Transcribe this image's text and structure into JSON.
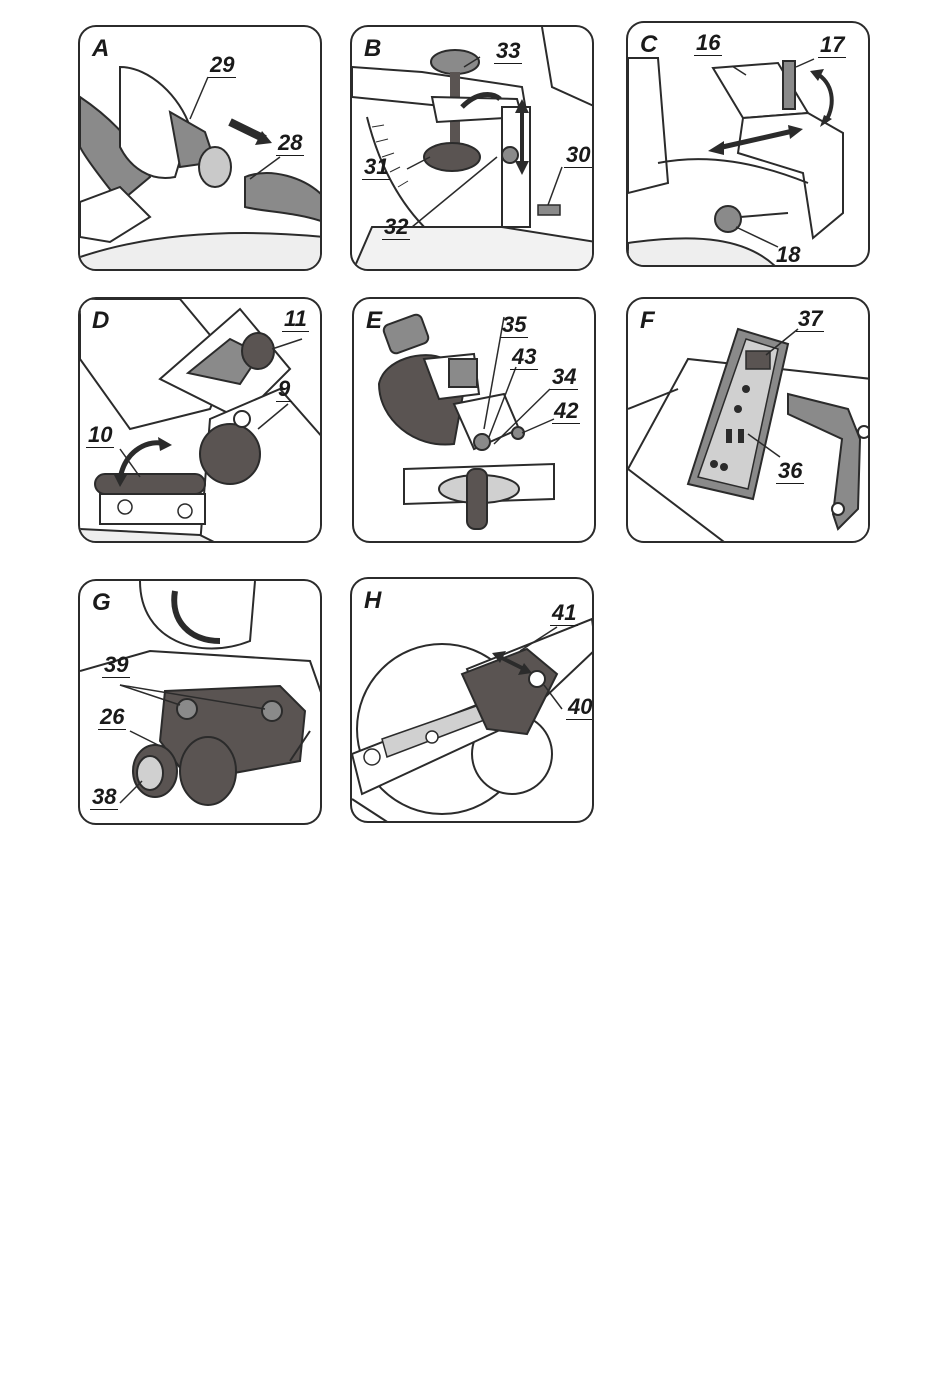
{
  "colors": {
    "line": "#2b2b2b",
    "grey": "#8a8a8a",
    "dark": "#5a5452",
    "light": "#d0d0d0"
  },
  "panels": [
    {
      "letter": "A",
      "callouts": [
        "29",
        "28"
      ]
    },
    {
      "letter": "B",
      "callouts": [
        "33",
        "31",
        "30",
        "32"
      ]
    },
    {
      "letter": "C",
      "callouts": [
        "16",
        "17",
        "18"
      ]
    },
    {
      "letter": "D",
      "callouts": [
        "11",
        "9",
        "10"
      ]
    },
    {
      "letter": "E",
      "callouts": [
        "35",
        "43",
        "34",
        "42"
      ]
    },
    {
      "letter": "F",
      "callouts": [
        "37",
        "36"
      ]
    },
    {
      "letter": "G",
      "callouts": [
        "39",
        "26",
        "38"
      ]
    },
    {
      "letter": "H",
      "callouts": [
        "41",
        "40"
      ]
    }
  ]
}
